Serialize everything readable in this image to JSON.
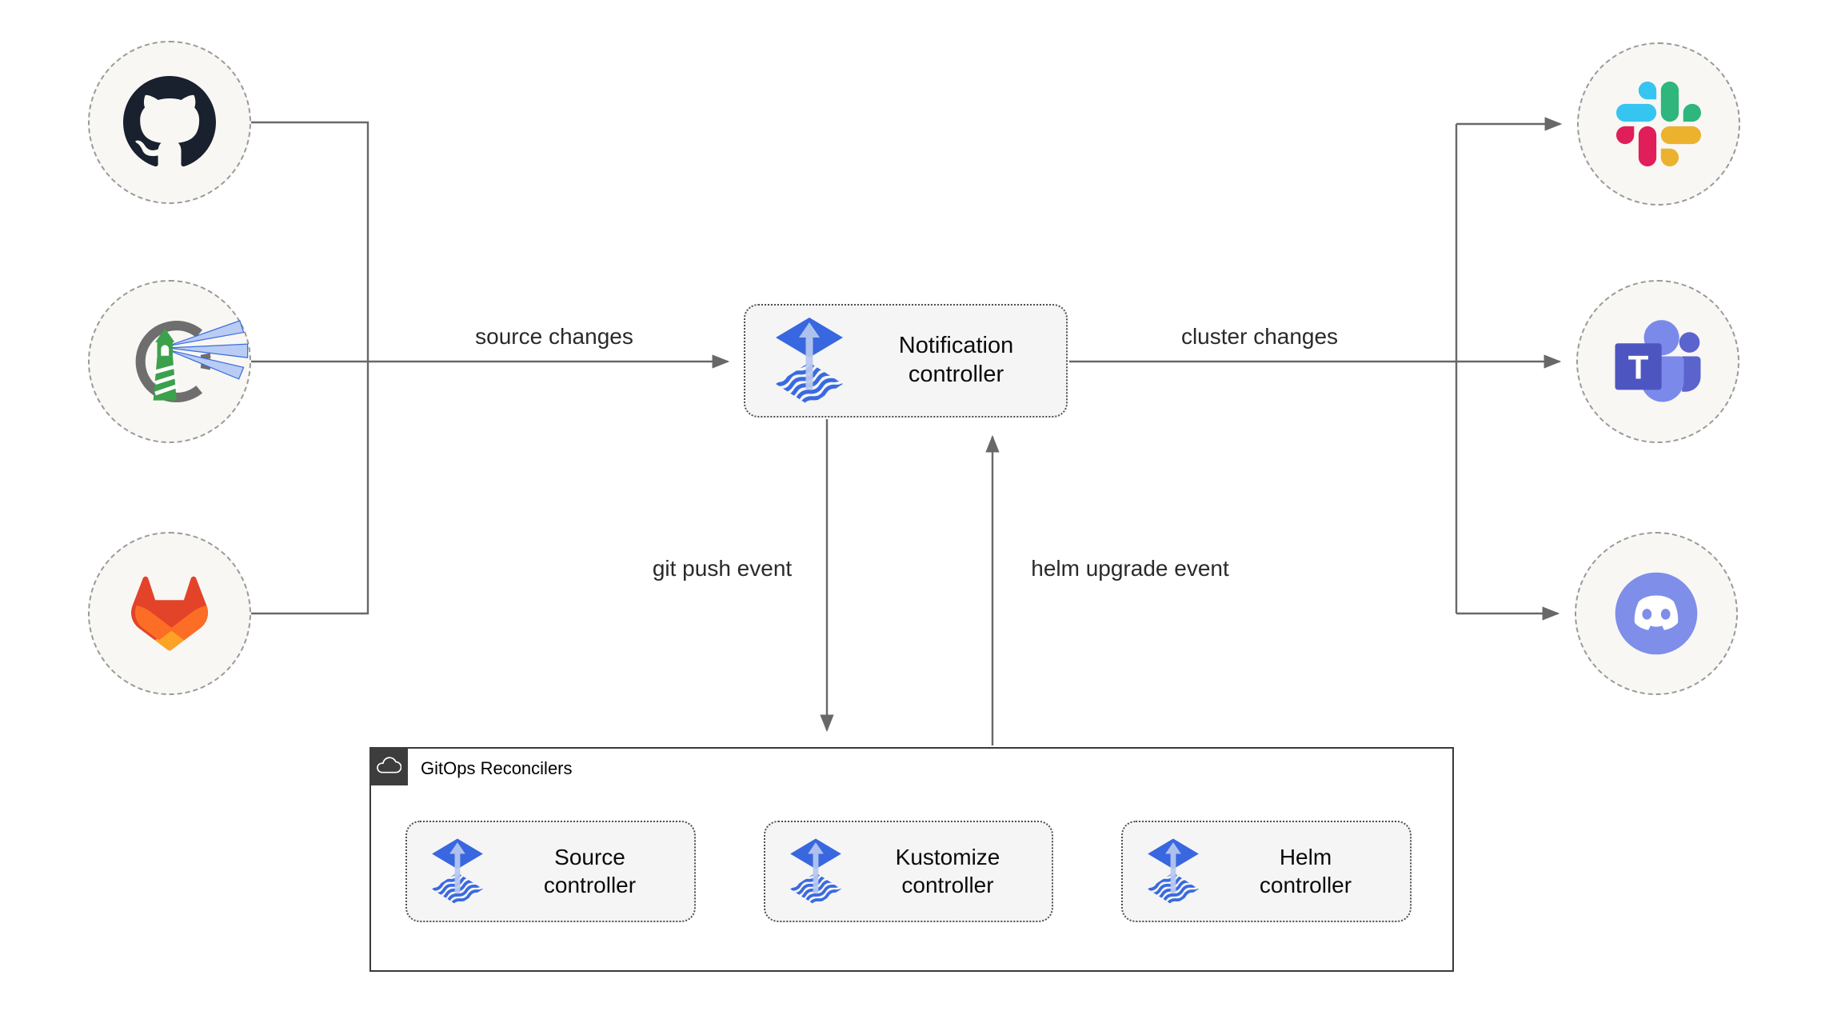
{
  "diagram": {
    "colors": {
      "connector_line": "#686868",
      "circle_fill": "#f8f7f4",
      "circle_border": "#9a9a9a",
      "box_fill": "#f5f5f5",
      "box_border": "#4f4f4f",
      "container_border": "#3a3a3a",
      "badge_background": "#3d3d3d",
      "flux_blue": "#3867df",
      "flux_arrow_light": "#b9c9f0",
      "flux_wave_blue": "#3a6ae0",
      "github_mark": "#19202e",
      "harbor_green": "#3ba14b",
      "teams_indigo": "#4d56c0",
      "discord_blurple": "#7e8ee9",
      "slack_palette": [
        "#36c5f0",
        "#2eb67d",
        "#ecb22e",
        "#e01e5a"
      ],
      "gitlab_palette": [
        "#e24329",
        "#fc6d26",
        "#fca326"
      ]
    },
    "sources": {
      "github": {
        "icon": "github-icon"
      },
      "harbor": {
        "icon": "harbor-icon"
      },
      "gitlab": {
        "icon": "gitlab-icon"
      }
    },
    "targets": {
      "slack": {
        "icon": "slack-icon"
      },
      "teams": {
        "icon": "microsoft-teams-icon",
        "monogram": "T"
      },
      "discord": {
        "icon": "discord-icon"
      }
    },
    "notification": {
      "label": "Notification controller"
    },
    "edges": {
      "source_changes": "source changes",
      "cluster_changes": "cluster changes",
      "git_push_event": "git push event",
      "helm_upgrade_event": "helm upgrade event"
    },
    "reconcilers": {
      "title": "GitOps Reconcilers",
      "items": [
        {
          "label": "Source controller"
        },
        {
          "label": "Kustomize controller"
        },
        {
          "label": "Helm controller"
        }
      ]
    }
  }
}
